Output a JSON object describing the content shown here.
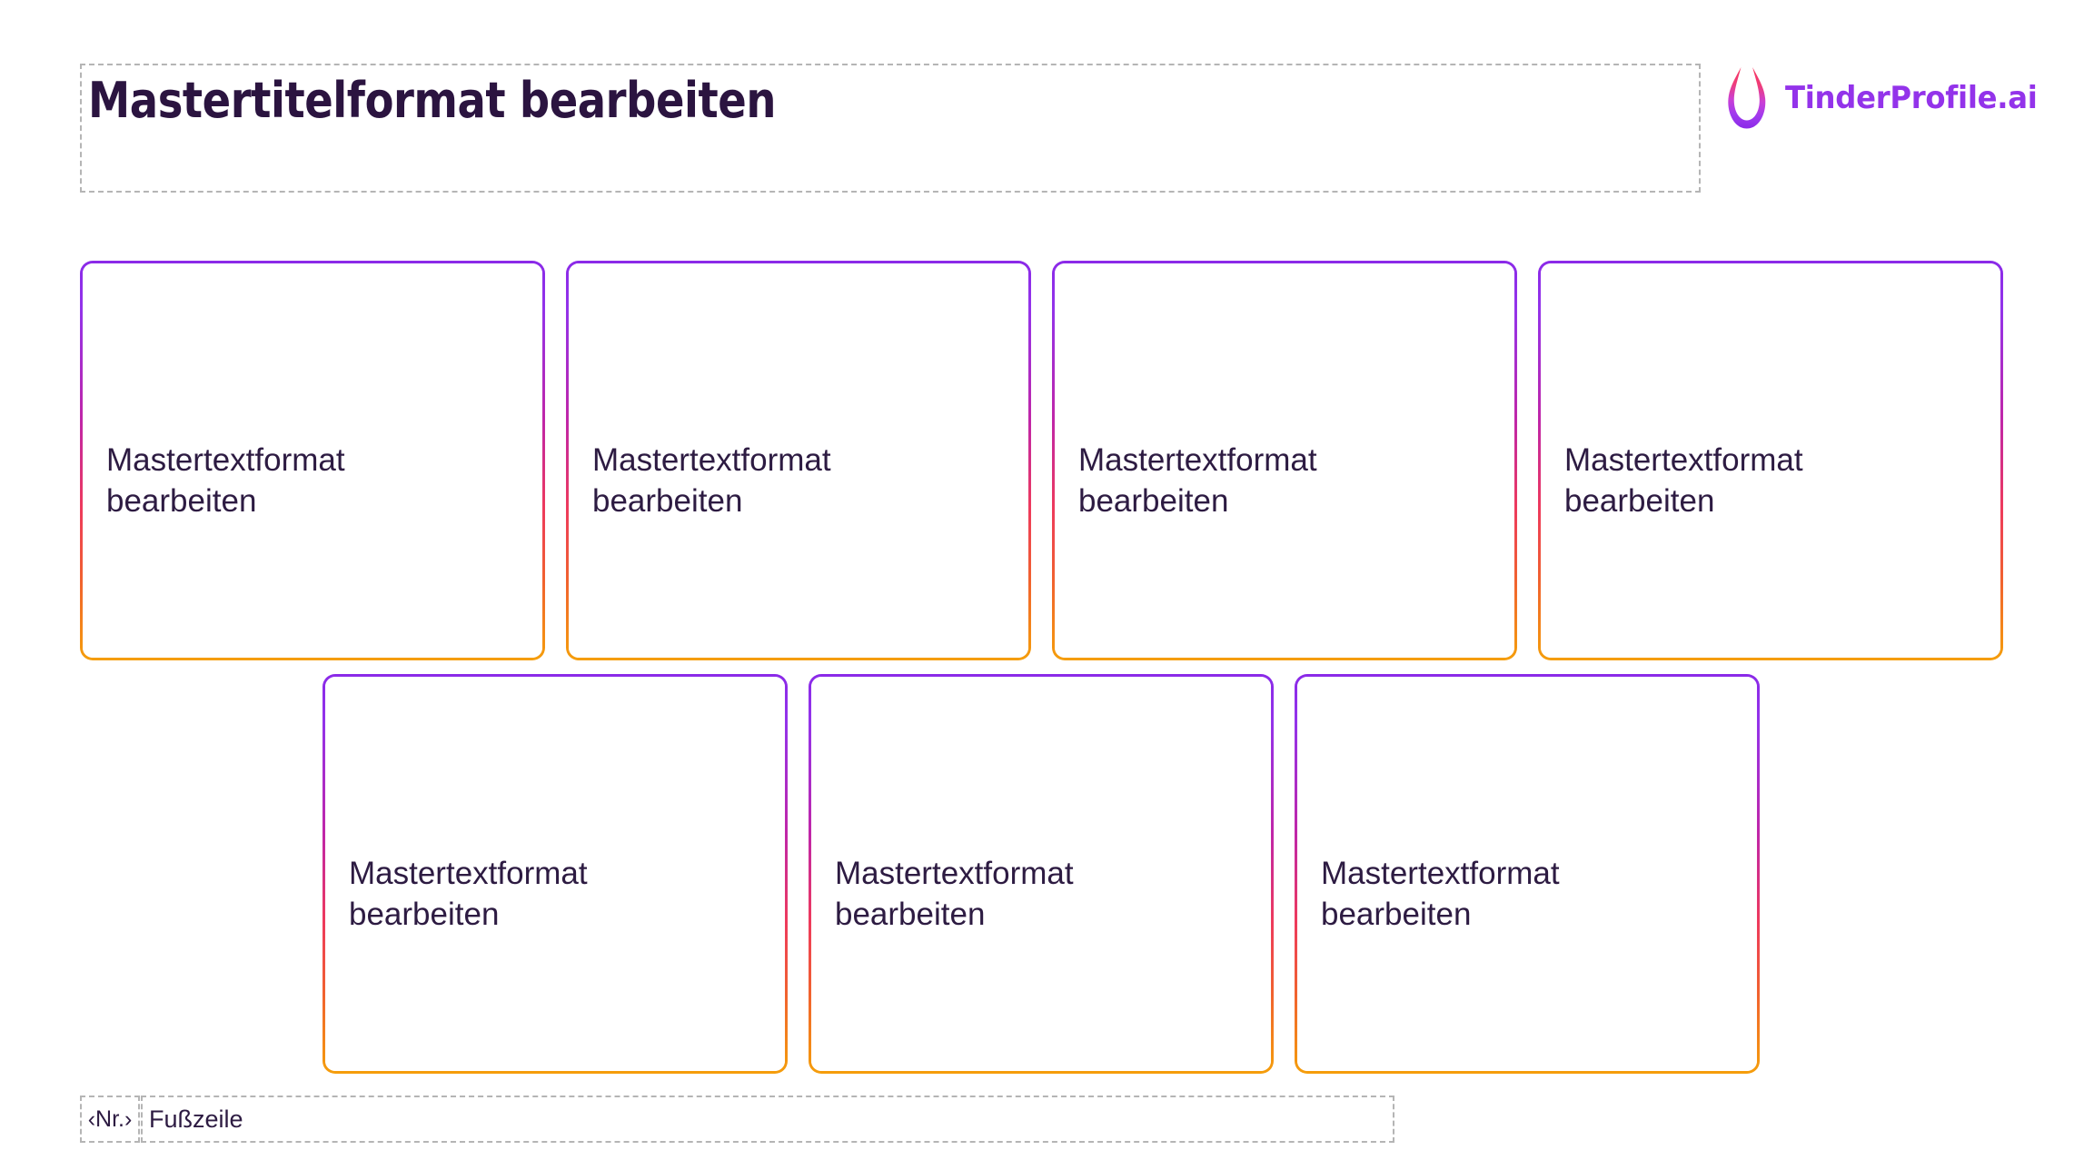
{
  "slide": {
    "title": "Mastertitelformat bearbeiten",
    "title_placeholder_label": "Mastertitelformat bearbeiten"
  },
  "brand": {
    "name": "TinderProfile.ai",
    "icon": "flame-icon",
    "text_color": "#9333ea",
    "flame_gradient_from": "#f43f5e",
    "flame_gradient_to": "#9333ea"
  },
  "cards": {
    "border_gradient": [
      "#8b2ae8",
      "#9333ea",
      "#c026a8",
      "#ee3a5c",
      "#f1622f",
      "#f59e0b"
    ],
    "text_color": "#2d1b42",
    "row1": [
      {
        "text": "Mastertextformat\nbearbeiten"
      },
      {
        "text": "Mastertextformat\nbearbeiten"
      },
      {
        "text": "Mastertextformat\nbearbeiten"
      },
      {
        "text": "Mastertextformat\nbearbeiten"
      }
    ],
    "row2": [
      {
        "text": "Mastertextformat\nbearbeiten"
      },
      {
        "text": "Mastertextformat\nbearbeiten"
      },
      {
        "text": "Mastertextformat\nbearbeiten"
      }
    ]
  },
  "footer": {
    "slide_number": "‹Nr.›",
    "footer_text": "Fußzeile"
  }
}
